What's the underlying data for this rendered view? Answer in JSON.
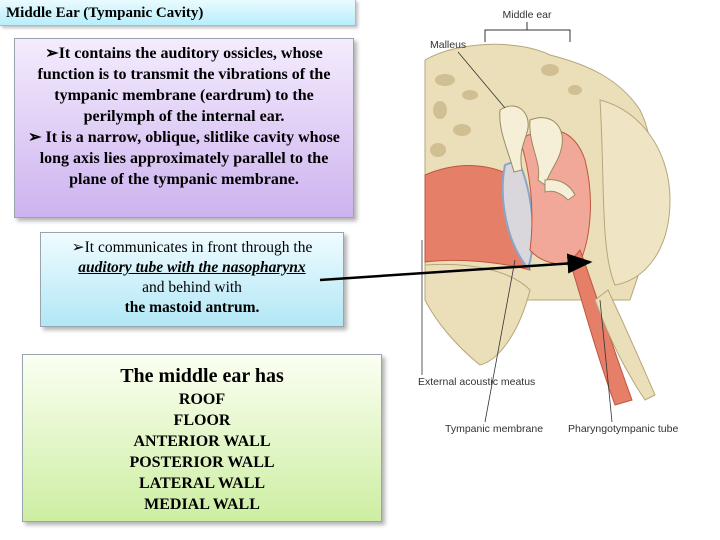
{
  "title": "Middle Ear (Tympanic Cavity)",
  "purple_box": {
    "bullet1": "It contains the auditory ossicles, whose function is to transmit the vibrations of the tympanic membrane (eardrum) to the perilymph of the internal ear.",
    "bullet2": "It is a narrow, oblique, slitlike cavity whose long axis lies approximately parallel to the plane of the tympanic membrane."
  },
  "blue_box": {
    "text1": "It communicates in front through the",
    "emph": "auditory tube with the nasopharynx",
    "text2": "and behind with",
    "bold_end": "the mastoid antrum."
  },
  "green_box": {
    "lead": "The middle ear has",
    "items": [
      "ROOF",
      "FLOOR",
      "ANTERIOR WALL",
      "POSTERIOR WALL",
      "LATERAL WALL",
      "MEDIAL WALL"
    ]
  },
  "diagram_labels": {
    "middle_ear": "Middle ear",
    "malleus": "Malleus",
    "external_acoustic_meatus": "External acoustic meatus",
    "tympanic_membrane": "Tympanic membrane",
    "pharyngotympanic_tube": "Pharyngotympanic tube"
  },
  "bullet_glyph": "➢"
}
